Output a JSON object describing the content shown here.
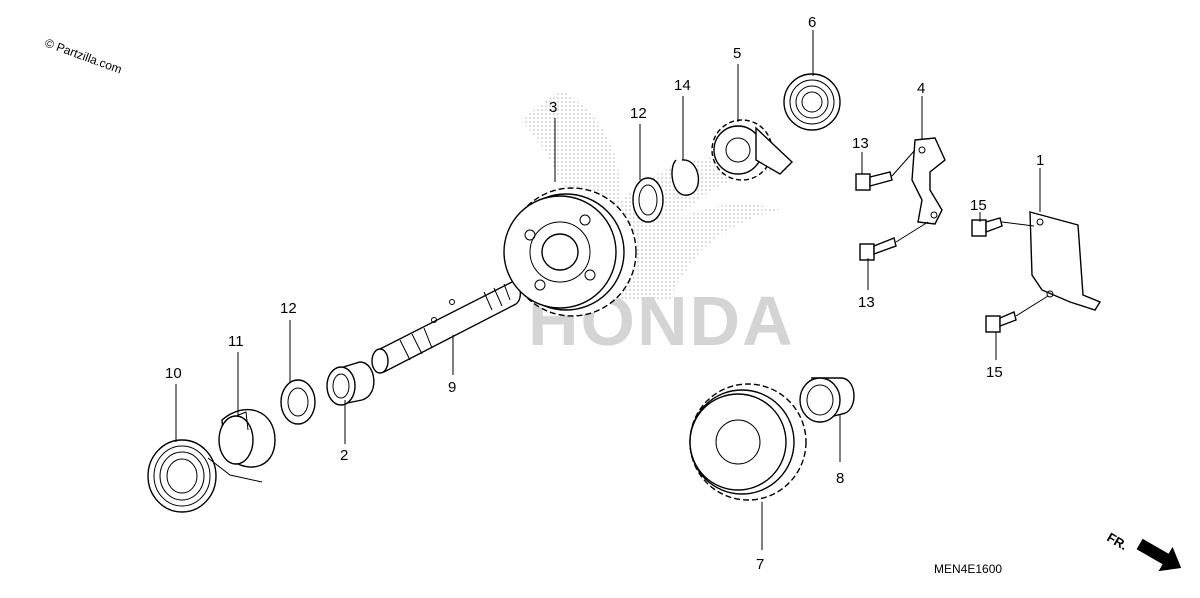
{
  "copyright": "© Partzilla.com",
  "watermark": "HONDA",
  "diagram_code": "MEN4E1600",
  "direction_label": "FR.",
  "callouts": {
    "c1": "1",
    "c2": "2",
    "c3": "3",
    "c4": "4",
    "c5": "5",
    "c6": "6",
    "c7": "7",
    "c8": "8",
    "c9": "9",
    "c10": "10",
    "c11": "11",
    "c12a": "12",
    "c12b": "12",
    "c13a": "13",
    "c13b": "13",
    "c14": "14",
    "c15a": "15",
    "c15b": "15"
  }
}
